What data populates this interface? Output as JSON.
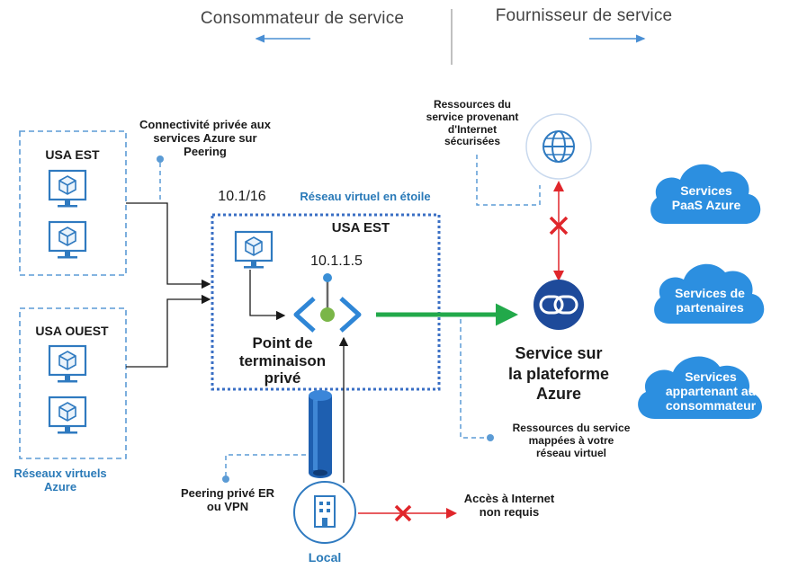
{
  "header": {
    "consumer": "Consommateur de service",
    "provider": "Fournisseur de service"
  },
  "left_regions": {
    "east": {
      "label": "USA EST"
    },
    "west": {
      "label": "USA OUEST"
    },
    "caption": [
      "Réseaux virtuels",
      "Azure"
    ]
  },
  "peering_note": [
    "Connectivité privée aux",
    "services Azure sur",
    "Peering"
  ],
  "hub": {
    "address_space": "10.1/16",
    "title": "Réseau virtuel en étoile",
    "region": "USA EST",
    "endpoint_ip": "10.1.1.5",
    "endpoint_label": [
      "Point de",
      "terminaison",
      "privé"
    ]
  },
  "internet_resources_note": [
    "Ressources du",
    "service provenant",
    "d'Internet",
    "sécurisées"
  ],
  "azure_service": {
    "label": [
      "Service sur",
      "la plateforme",
      "Azure"
    ]
  },
  "mapped_resources_note": [
    "Ressources du service",
    "mappées à votre",
    "réseau virtuel"
  ],
  "clouds": [
    {
      "lines": [
        "Services",
        "PaaS Azure"
      ]
    },
    {
      "lines": [
        "Services de",
        "partenaires"
      ]
    },
    {
      "lines": [
        "Services",
        "appartenant au",
        "consommateur"
      ]
    }
  ],
  "onprem": {
    "er_label": [
      "Peering privé ER",
      "ou VPN"
    ],
    "label": "Local"
  },
  "internet_access_note": [
    "Accès à Internet",
    "non requis"
  ],
  "colors": {
    "dashed_blue": "#5b9bd5",
    "hub_border": "#3a6fc4",
    "accent_blue": "#1f6fbf",
    "arrow_green": "#22a94a",
    "blocked_red": "#e0262b",
    "cloud_blue": "#2c8fe0",
    "service_navy": "#1e4a9a",
    "endpoint_green": "#7ab648"
  }
}
